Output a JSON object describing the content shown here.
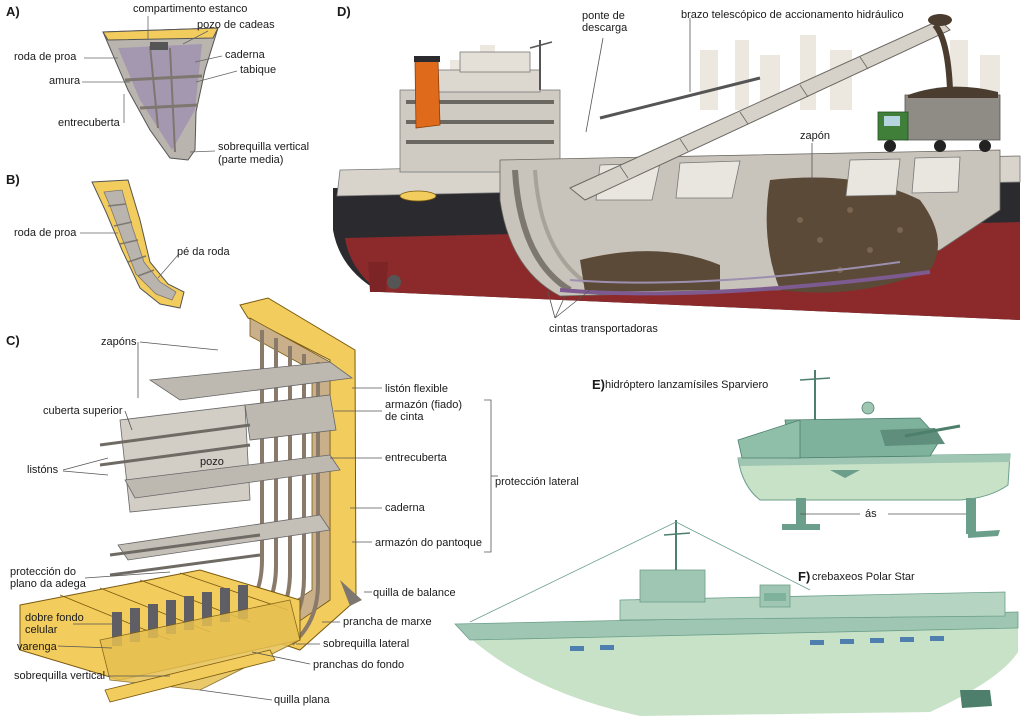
{
  "colors": {
    "steel": "#b9b5ae",
    "steel_dark": "#7d776f",
    "yellow": "#f2cc5c",
    "hull_black": "#2b2b2f",
    "hull_red": "#8c2a2b",
    "funnel": "#e06a1b",
    "ice_green": "#c8e2c8",
    "panel_violet": "#9d8fb0"
  },
  "sections": {
    "a": "A)",
    "b": "B)",
    "c": "C)",
    "d": "D)",
    "e": "E)",
    "f": "F)"
  },
  "a": {
    "compartimento": "compartimento estanco",
    "pozo_cadeas": "pozo de cadeas",
    "roda_proa": "roda de proa",
    "caderna": "caderna",
    "amura": "amura",
    "tabique": "tabique",
    "entrecuberta": "entrecuberta",
    "sobrequilla_vertical": "sobrequilla vertical",
    "parte_media": "(parte media)"
  },
  "b": {
    "roda_proa": "roda de proa",
    "pe_roda": "pé da roda"
  },
  "c": {
    "zapons": "zapóns",
    "cuberta_superior": "cuberta superior",
    "listons": "listóns",
    "pozo": "pozo",
    "liston_flexible": "listón flexible",
    "armazon_fiado": "armazón (fiado)",
    "de_cinta": "de cinta",
    "entrecuberta": "entrecuberta",
    "proteccion_lateral": "protección lateral",
    "caderna": "caderna",
    "armazon_pantoque": "armazón do pantoque",
    "proteccion_plano_1": "protección do",
    "proteccion_plano_2": "plano da adega",
    "quilla_balance": "quilla de balance",
    "dobre_fondo_1": "dobre fondo",
    "dobre_fondo_2": "celular",
    "prancha_marxe": "prancha de marxe",
    "varenga": "varenga",
    "sobrequilla_lateral": "sobrequilla lateral",
    "pranchas_fondo": "pranchas do fondo",
    "sobrequilla_vertical": "sobrequilla vertical",
    "quilla_plana": "quilla plana"
  },
  "d": {
    "ponte_1": "ponte de",
    "ponte_2": "descarga",
    "brazo": "brazo telescópico de accionamento hidráulico",
    "zapon": "zapón",
    "cintas": "cintas transportadoras"
  },
  "e": {
    "title": "hidróptero lanzamísiles Sparviero",
    "as": "ás"
  },
  "f": {
    "title": "crebaxeos Polar Star"
  }
}
